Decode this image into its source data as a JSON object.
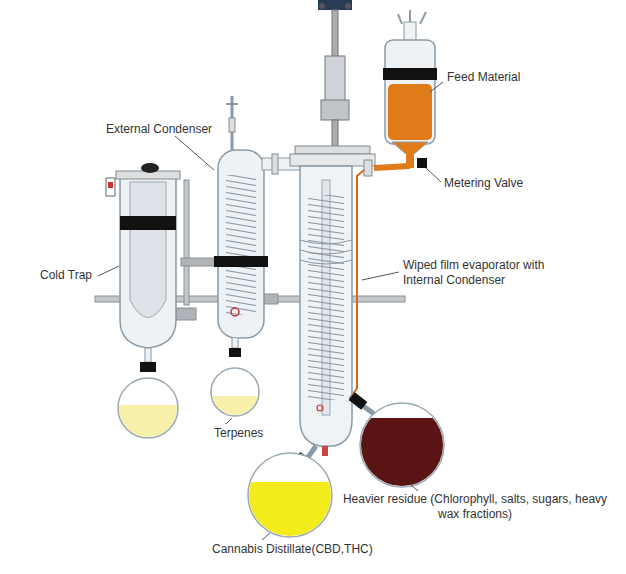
{
  "diagram": {
    "labels": [
      "Feed Material",
      "External Condenser",
      "Metering Valve",
      "Wiped film evaporator with Internal Condenser",
      "Cold Trap",
      "Terpenes",
      "Heavier residue (Chlorophyll, salts, sugars, heavy wax fractions)",
      "Cannabis Distillate(CBD,THC)"
    ]
  }
}
